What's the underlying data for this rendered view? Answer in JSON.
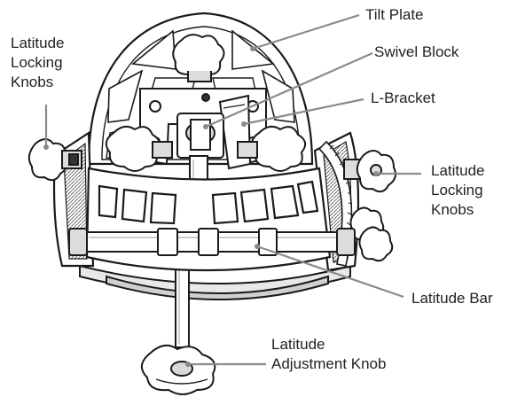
{
  "colors": {
    "outline": "#1a1a1a",
    "fill": "#ffffff",
    "shade": "#d9d9d9",
    "dark": "#3a3a3a",
    "leader": "#8a8a8a",
    "text": "#222222"
  },
  "labels": {
    "tilt_plate": "Tilt Plate",
    "swivel_block": "Swivel Block",
    "l_bracket": "L-Bracket",
    "latitude_locking_left": [
      "Latitude",
      "Locking",
      "Knobs"
    ],
    "latitude_locking_right": [
      "Latitude",
      "Locking",
      "Knobs"
    ],
    "latitude_bar": "Latitude Bar",
    "latitude_adjustment": [
      "Latitude",
      "Adjustment Knob"
    ]
  }
}
